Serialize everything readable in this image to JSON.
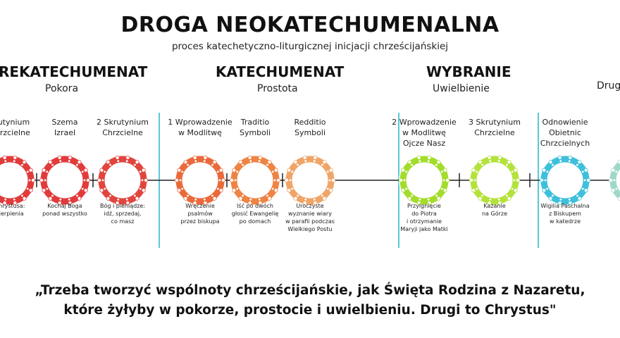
{
  "title": "DROGA NEOKATECHUMENALNA",
  "subtitle": "proces katechetyczno-liturgicznej inicjacji chrześcijańskiej",
  "stages": [
    {
      "title": "REKATECHUMENAT",
      "sub": "Pokora"
    },
    {
      "title": "KATECHUMENAT",
      "sub": "Prostota"
    },
    {
      "title": "WYBRANIE",
      "sub": "Uwielbienie"
    },
    {
      "title": "",
      "sub": "Drug"
    }
  ],
  "steps": [
    {
      "label": "krutynium\nChrzcielne",
      "desc": "Chrystusa:\ncierpienia",
      "color": "#e23b3b"
    },
    {
      "label": "Szema\nIzrael",
      "desc": "Kochaj Boga\nponad wszystko",
      "color": "#e23b3b"
    },
    {
      "label": "2 Skrutynium\nChrzcielne",
      "desc": "Bóg i pieniądze:\nidź, sprzedaj,\nco masz",
      "color": "#e0463e"
    },
    {
      "label": "1 Wprowadzenie\nw Modlitwę",
      "desc": "Wręczenie\npsalmów\nprzez biskupa",
      "color": "#ea6a3c"
    },
    {
      "label": "Traditio\nSymboli",
      "desc": "Iść po dwóch\ngłosić Ewangelię\npo domach",
      "color": "#ee8444"
    },
    {
      "label": "Redditio\nSymboli",
      "desc": "Uroczyste\nwyznanie wiary\nw parafii podczas\nWielkiego Postu",
      "color": "#f0a568"
    },
    {
      "label": "2 Wprowadzenie\nw Modlitwę\nOjcze Nasz",
      "desc": "Przylgnięcie\ndo Piotra\ni otrzymanie\nMaryji jako Matki",
      "color": "#a4dc2c"
    },
    {
      "label": "3 Skrutynium\nChrzcielne",
      "desc": "Kazanie\nna Górze",
      "color": "#b4e23c"
    },
    {
      "label": "Odnowienie\nObietnic\nChrzcielnych",
      "desc": "Wigilia Paschalna\nz Biskupem\nw katedrze",
      "color": "#3ec0dc"
    },
    {
      "label": "",
      "desc": "",
      "color": "#9fd8c8"
    }
  ],
  "quote": {
    "line1": "„Trzeba tworzyć wspólnoty chrześcijańskie, jak Święta Rodzina z Nazaretu,",
    "line2": "które żyłyby w pokorze, prostocie i uwielbieniu. Drugi to Chrystus\""
  },
  "accent_divider_color": "#5bc8d8"
}
